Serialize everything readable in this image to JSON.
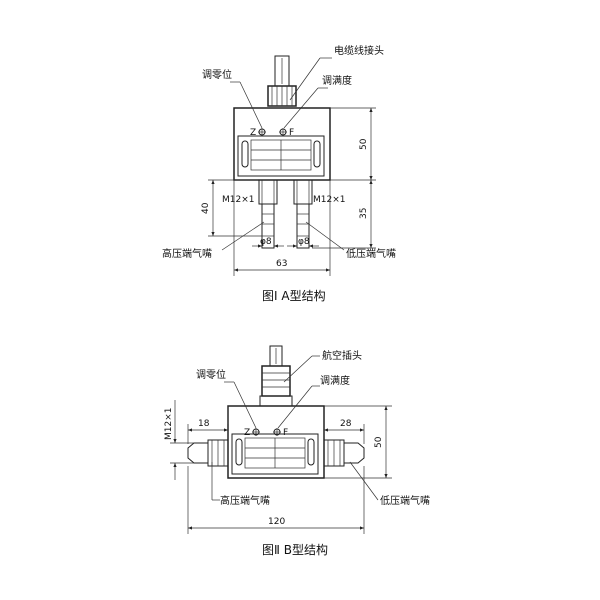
{
  "figure_a": {
    "caption": "图Ⅰ A型结构",
    "labels": {
      "cable_connector": "电缆线接头",
      "zero_adjust": "调零位",
      "span_adjust": "调满度",
      "z_mark": "Z",
      "f_mark": "F",
      "thread_left": "M12×1",
      "thread_right": "M12×1",
      "high_port": "高压端气嘴",
      "low_port": "低压端气嘴",
      "phi_left": "φ8",
      "phi_right": "φ8"
    },
    "dimensions": {
      "height_body": "50",
      "height_ports": "40",
      "height_right": "35",
      "width": "63"
    }
  },
  "figure_b": {
    "caption": "图Ⅱ B型结构",
    "labels": {
      "aviation_plug": "航空插头",
      "zero_adjust": "调零位",
      "span_adjust": "调满度",
      "z_mark": "Z",
      "f_mark": "F",
      "thread": "M12×1",
      "high_port": "高压端气嘴",
      "low_port": "低压端气嘴"
    },
    "dimensions": {
      "left_port": "18",
      "right_port": "28",
      "height": "50",
      "total_width": "120"
    }
  }
}
